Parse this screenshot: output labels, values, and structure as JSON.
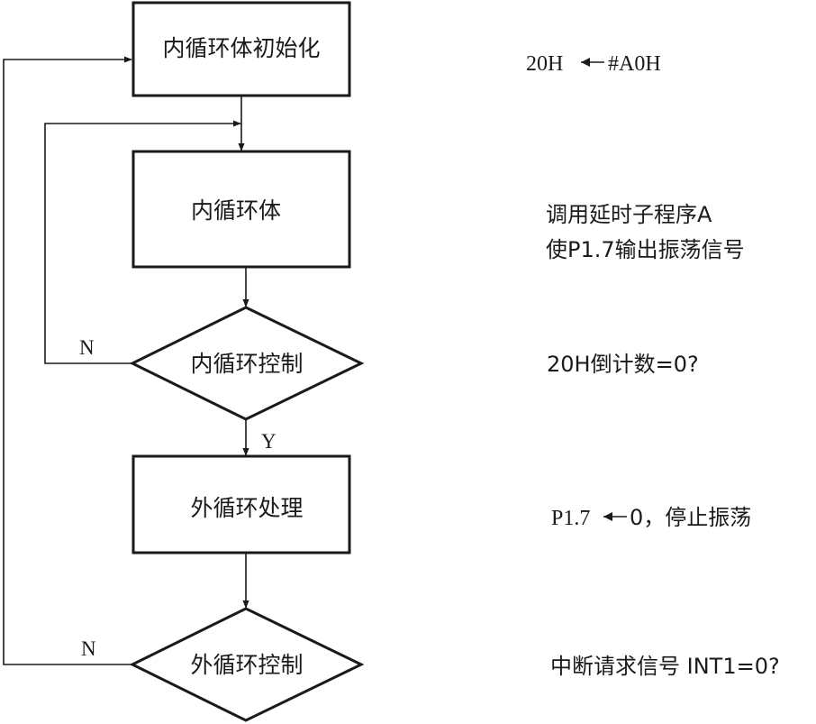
{
  "nodes": {
    "init": "内循环体初始化",
    "inner_body": "内循环体",
    "inner_control": "内循环控制",
    "outer_process": "外循环处理",
    "outer_control": "外循环控制"
  },
  "branch_labels": {
    "inner_no": "N",
    "inner_yes": "Y",
    "outer_no": "N"
  },
  "annotations": {
    "init_prefix": "20H",
    "init_suffix": "#A0H",
    "body_line1": "调用延时子程序A",
    "body_line2": "使P1.7输出振荡信号",
    "inner_control": "20H倒计数=0?",
    "outer_process_prefix": "P1.7",
    "outer_process_suffix": "0，停止振荡",
    "outer_control": "中断请求信号 INT1=0?"
  },
  "colors": {
    "stroke": "#1a1a1a",
    "background": "#ffffff"
  }
}
